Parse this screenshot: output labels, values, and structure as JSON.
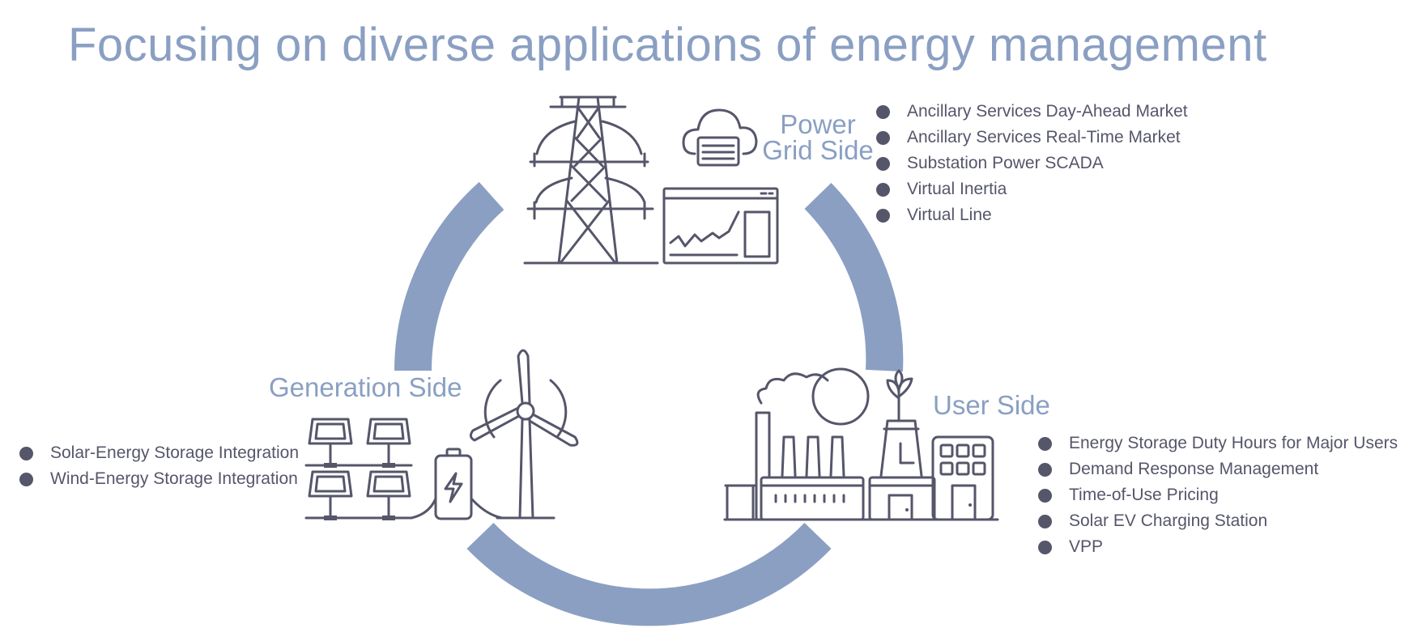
{
  "title": "Focusing on diverse applications of energy management",
  "colors": {
    "accent": "#8a9fc2",
    "icon": "#55566a",
    "text": "#55566a"
  },
  "power_grid": {
    "title_line1": "Power",
    "title_line2": "Grid Side",
    "items": [
      "Ancillary Services Day-Ahead Market",
      "Ancillary Services Real-Time Market",
      "Substation Power SCADA",
      "Virtual Inertia",
      "Virtual Line"
    ]
  },
  "generation": {
    "title": "Generation Side",
    "items": [
      "Solar-Energy Storage Integration",
      "Wind-Energy Storage Integration"
    ]
  },
  "user": {
    "title": "User Side",
    "items": [
      "Energy Storage Duty Hours for Major Users",
      "Demand Response Management",
      "Time-of-Use Pricing",
      "Solar EV Charging Station",
      "VPP"
    ]
  },
  "icons": [
    "transmission-tower-icon",
    "cloud-server-icon",
    "monitor-chart-icon",
    "solar-panel-icon",
    "battery-icon",
    "wind-turbine-icon",
    "factory-icon",
    "office-building-icon",
    "plant-sprout-icon"
  ]
}
